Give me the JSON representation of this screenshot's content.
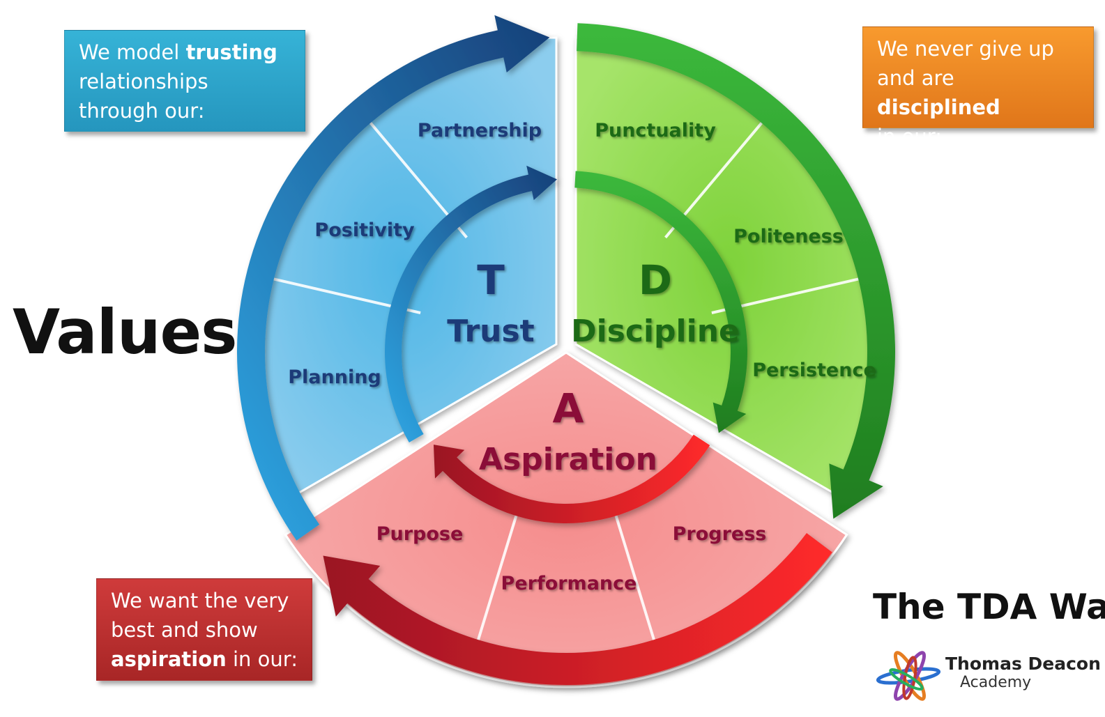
{
  "callouts": {
    "trust": {
      "line1_pre": "We model ",
      "line1_bold": "trusting",
      "line2": "relationships",
      "line3": "through our:"
    },
    "discipline": {
      "line1": "We never give up",
      "line2_pre": "and are ",
      "line2_bold": "disciplined",
      "line3": "in our:"
    },
    "aspiration": {
      "line1": "We want the very",
      "line2": "best and show",
      "line3_bold": "aspiration",
      "line3_post": " in our:"
    }
  },
  "title": "Values",
  "footer": {
    "tagline": "The TDA Wa",
    "logo_name": "Thomas Deacon",
    "logo_sub": "Academy"
  },
  "wheel": {
    "trust": {
      "letter": "T",
      "name": "Trust",
      "items": [
        "Partnership",
        "Positivity",
        "Planning"
      ]
    },
    "discipline": {
      "letter": "D",
      "name": "Discipline",
      "items": [
        "Punctuality",
        "Politeness",
        "Persistence"
      ]
    },
    "aspiration": {
      "letter": "A",
      "name": "Aspiration",
      "items": [
        "Purpose",
        "Performance",
        "Progress"
      ]
    }
  },
  "colors": {
    "trust_fill": "#5bc0e8",
    "trust_text": "#1d3a78",
    "discipline_fill": "#8fdc46",
    "discipline_text": "#1f6b14",
    "aspiration_fill": "#f59a9a",
    "aspiration_text": "#8b1038",
    "arrow_blue": "#1a6fb5",
    "arrow_green": "#2e9e2a",
    "arrow_red": "#e02020"
  }
}
